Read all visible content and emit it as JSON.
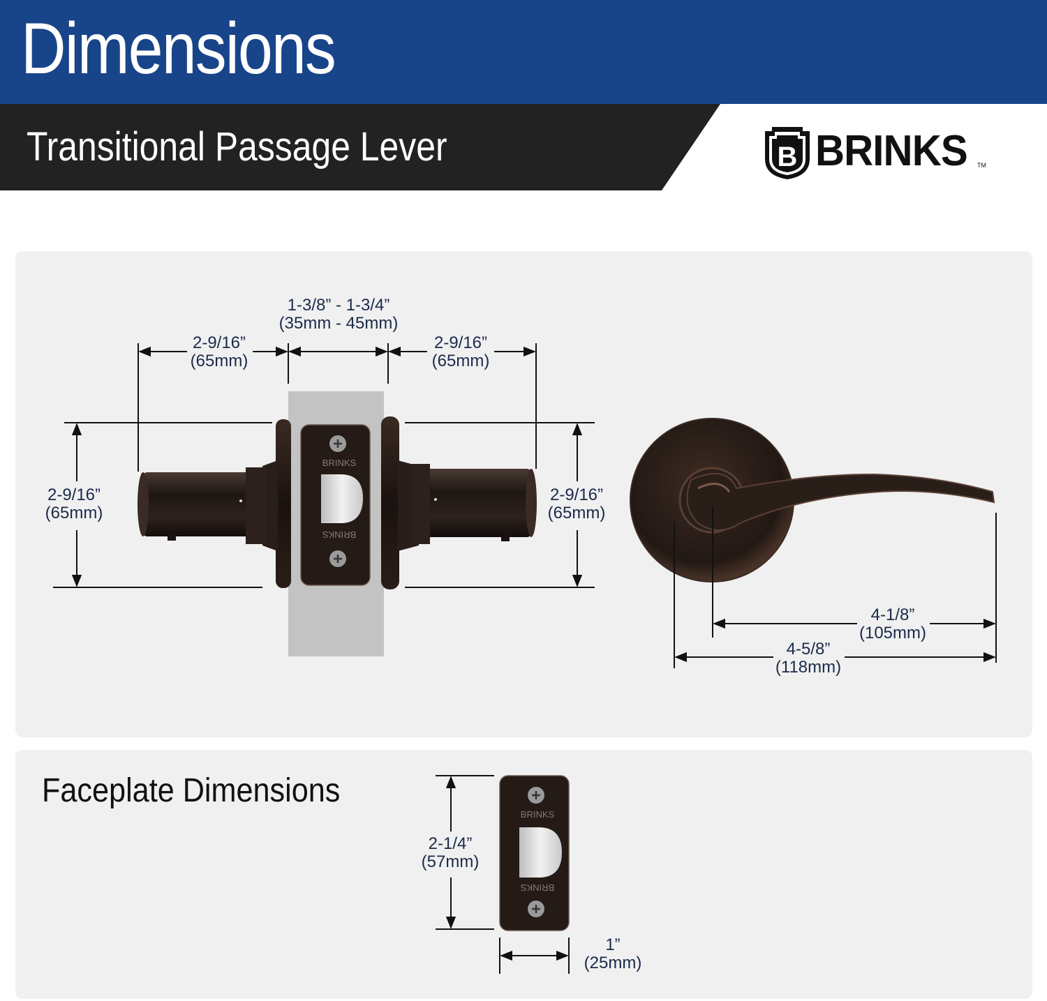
{
  "header": {
    "title": "Dimensions"
  },
  "subheader": {
    "title": "Transitional Passage Lever"
  },
  "brand": {
    "name": "BRINKS",
    "mark": "B",
    "trademark": "TM",
    "faceplate_text": "BRINKS"
  },
  "colors": {
    "header_blue": "#18448a",
    "subbar_dark": "#222222",
    "panel_gray": "#f0f0f0",
    "bronze": "#2a1f1b"
  },
  "main_diagram": {
    "door_thickness": {
      "imperial": "1-3/8” - 1-3/4”",
      "metric": "(35mm - 45mm)"
    },
    "left_projection": {
      "imperial": "2-9/16”",
      "metric": "(65mm)"
    },
    "right_projection": {
      "imperial": "2-9/16”",
      "metric": "(65mm)"
    },
    "left_rose_height": {
      "imperial": "2-9/16”",
      "metric": "(65mm)"
    },
    "right_rose_height": {
      "imperial": "2-9/16”",
      "metric": "(65mm)"
    },
    "lever_length_inner": {
      "imperial": "4-1/8”",
      "metric": "(105mm)"
    },
    "lever_length_outer": {
      "imperial": "4-5/8”",
      "metric": "(118mm)"
    }
  },
  "faceplate": {
    "title": "Faceplate Dimensions",
    "height": {
      "imperial": "2-1/4”",
      "metric": "(57mm)"
    },
    "width": {
      "imperial": "1”",
      "metric": "(25mm)"
    }
  }
}
